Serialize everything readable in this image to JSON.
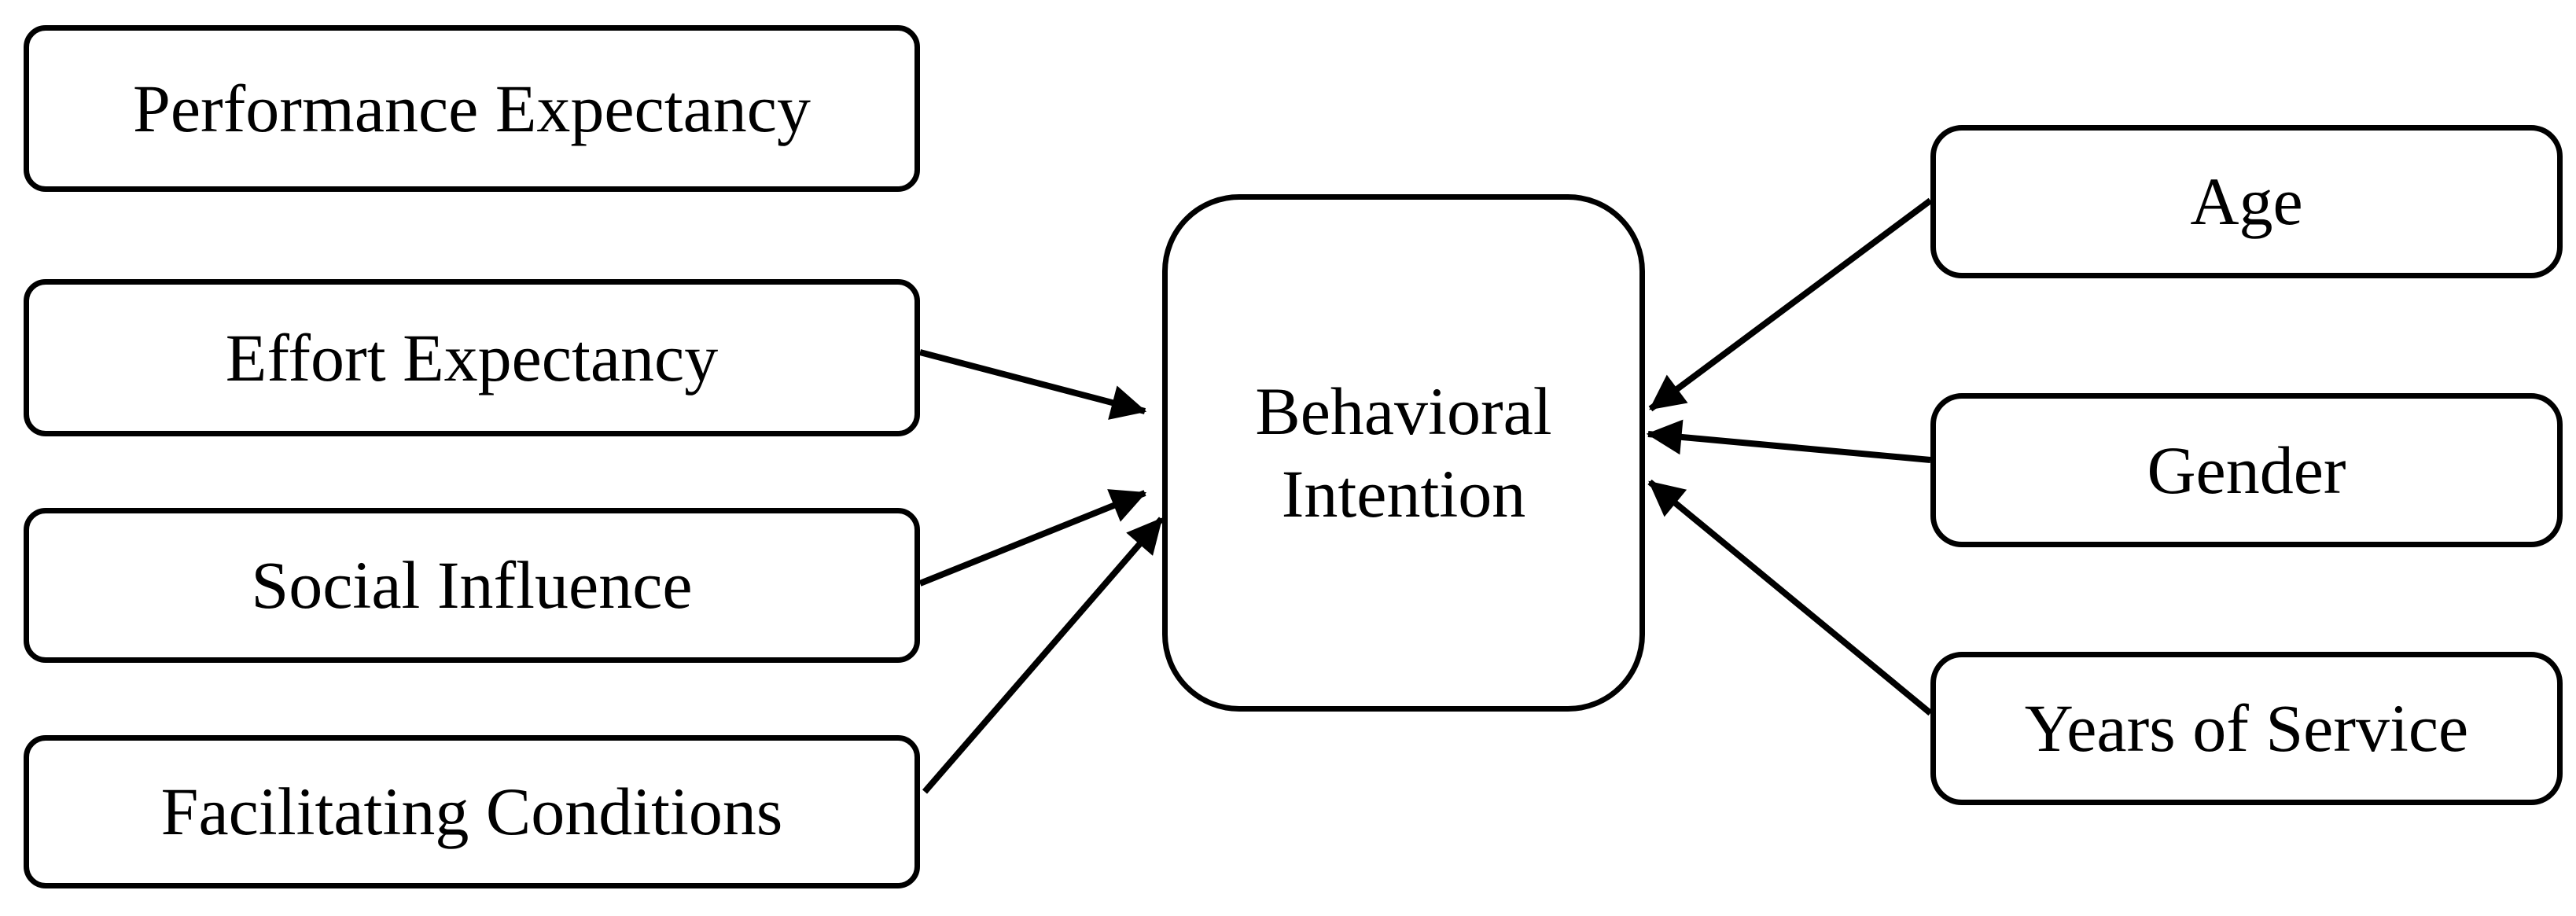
{
  "center_box": {
    "line1": "Behavioral",
    "line2": "Intention"
  },
  "left_factors": [
    {
      "label": "Performance Expectancy"
    },
    {
      "label": "Effort Expectancy"
    },
    {
      "label": "Social Influence"
    },
    {
      "label": "Facilitating Conditions"
    }
  ],
  "right_moderators": [
    {
      "label": "Age"
    },
    {
      "label": "Gender"
    },
    {
      "label": "Years of Service"
    }
  ],
  "connections": [
    {
      "from": "Effort Expectancy",
      "to": "Behavioral Intention"
    },
    {
      "from": "Social Influence",
      "to": "Behavioral Intention"
    },
    {
      "from": "Facilitating Conditions",
      "to": "Behavioral Intention"
    },
    {
      "from": "Age",
      "to": "Behavioral Intention"
    },
    {
      "from": "Gender",
      "to": "Behavioral Intention"
    },
    {
      "from": "Years of Service",
      "to": "Behavioral Intention"
    }
  ],
  "colors": {
    "stroke": "#000000",
    "background": "#ffffff"
  }
}
